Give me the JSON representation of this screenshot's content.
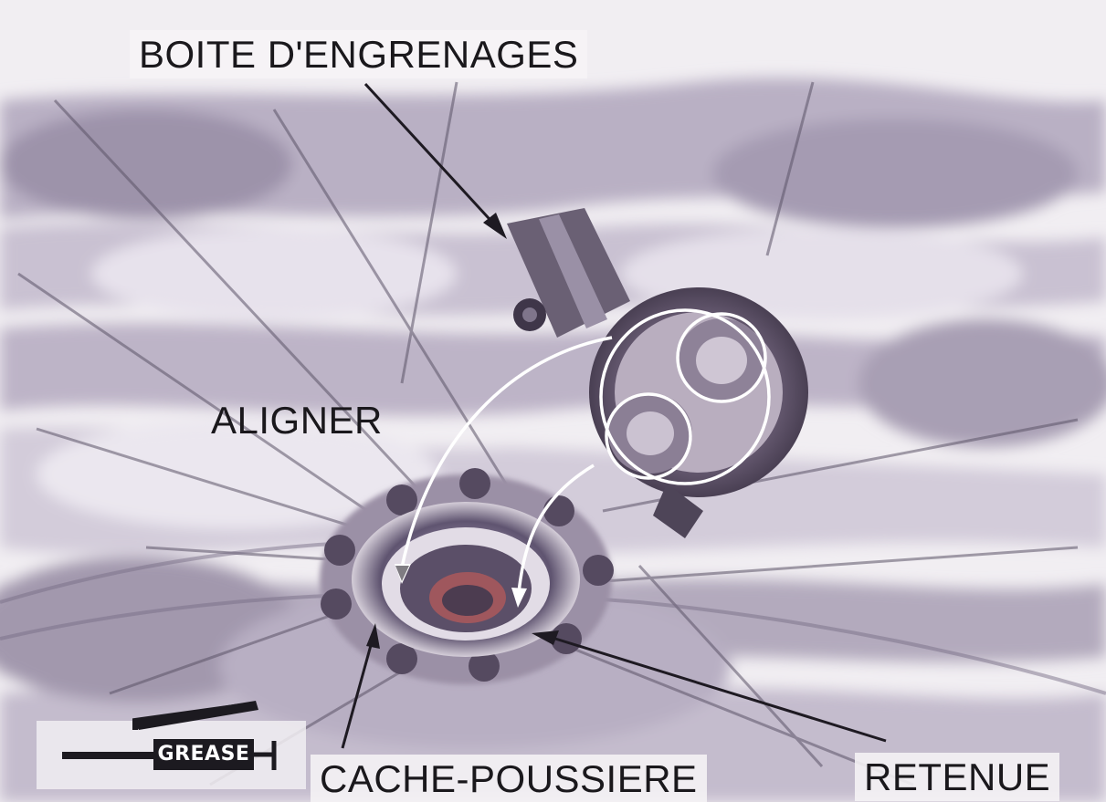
{
  "labels": {
    "gearbox": "BOITE D'ENGRENAGES",
    "align": "ALIGNER",
    "dust_seal": "CACHE-POUSSIERE",
    "retainer": "RETENUE"
  },
  "grease_symbol": {
    "text": "GREASE"
  },
  "colors": {
    "background": "#f1eef2",
    "shadow": "#8a8496",
    "text": "#1a181c",
    "arrow_white": "#ffffff"
  }
}
